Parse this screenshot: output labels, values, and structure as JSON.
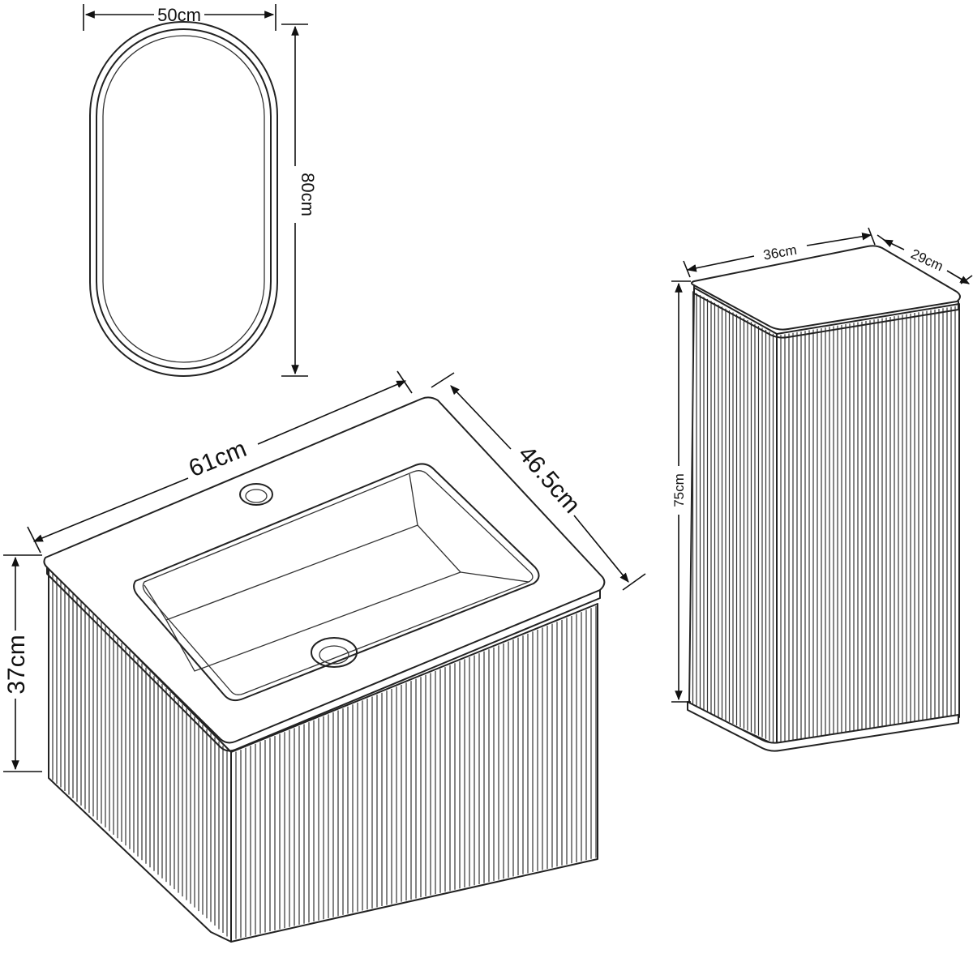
{
  "mirror": {
    "width_label": "50cm",
    "height_label": "80cm"
  },
  "vanity": {
    "width_label": "61cm",
    "depth_label": "46.5cm",
    "height_label": "37cm"
  },
  "cabinet": {
    "width_label": "36cm",
    "depth_label": "29cm",
    "height_label": "75cm"
  },
  "colors": {
    "line": "#222222",
    "background": "#ffffff"
  }
}
